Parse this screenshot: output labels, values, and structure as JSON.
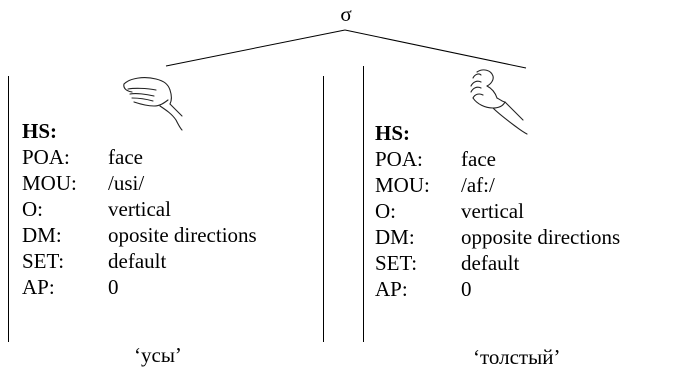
{
  "root": {
    "label": "σ"
  },
  "signs": [
    {
      "hand_icon": "hand-shape-icon",
      "features": [
        {
          "key": "HS:",
          "value": ""
        },
        {
          "key": "POA:",
          "value": "face"
        },
        {
          "key": "MOU:",
          "value": "/usi/"
        },
        {
          "key": "O:",
          "value": "vertical"
        },
        {
          "key": "DM:",
          "value": "oposite directions"
        },
        {
          "key": "SET:",
          "value": "default"
        },
        {
          "key": "AP:",
          "value": "0"
        }
      ],
      "gloss": "‘усы’"
    },
    {
      "hand_icon": "hand-shape-icon",
      "features": [
        {
          "key": "HS:",
          "value": ""
        },
        {
          "key": "POA:",
          "value": "face"
        },
        {
          "key": "MOU:",
          "value": "/af:/"
        },
        {
          "key": "O:",
          "value": "vertical"
        },
        {
          "key": "DM:",
          "value": "opposite directions"
        },
        {
          "key": "SET:",
          "value": "default"
        },
        {
          "key": "AP:",
          "value": "0"
        }
      ],
      "gloss": "‘толстый’"
    }
  ]
}
